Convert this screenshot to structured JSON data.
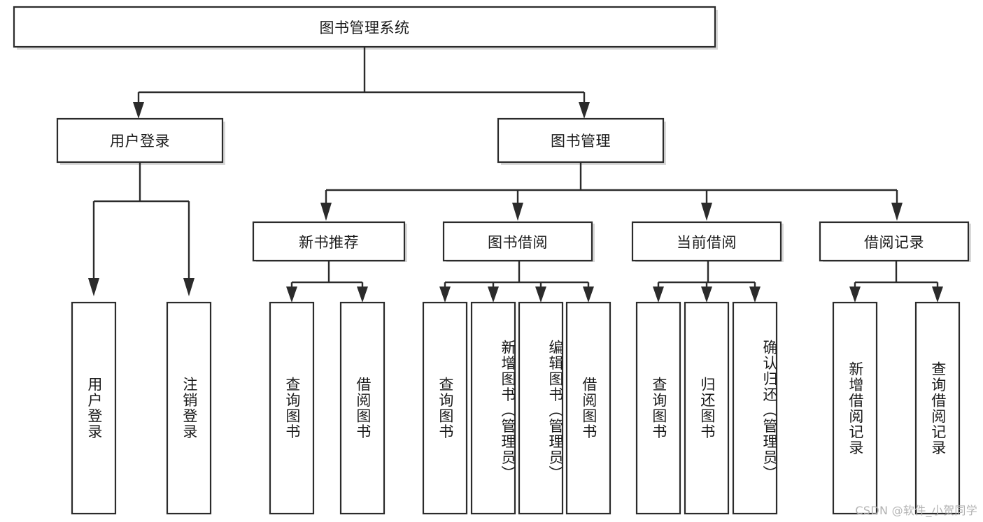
{
  "diagram": {
    "title": "图书管理系统",
    "type": "tree",
    "watermark": "CSDN @软件_小贺同学",
    "colors": {
      "box_stroke": "#2b2b2b",
      "box_fill": "#ffffff",
      "connector": "#2b2b2b",
      "text": "#1a1a1a",
      "watermark": "#b3b3b3",
      "background": "#ffffff"
    },
    "root": {
      "label": "图书管理系统",
      "orientation": "horizontal"
    },
    "level2": [
      {
        "label": "用户登录",
        "orientation": "horizontal"
      },
      {
        "label": "图书管理",
        "orientation": "horizontal"
      }
    ],
    "level3": [
      {
        "label": "新书推荐",
        "orientation": "horizontal"
      },
      {
        "label": "图书借阅",
        "orientation": "horizontal"
      },
      {
        "label": "当前借阅",
        "orientation": "horizontal"
      },
      {
        "label": "借阅记录",
        "orientation": "horizontal"
      }
    ],
    "leaves": {
      "user_login": [
        {
          "label": "用户登录",
          "orientation": "vertical"
        },
        {
          "label": "注销登录",
          "orientation": "vertical"
        }
      ],
      "new_book_recommend": [
        {
          "label": "查询图书",
          "orientation": "vertical"
        },
        {
          "label": "借阅图书",
          "orientation": "vertical"
        }
      ],
      "book_borrow": [
        {
          "label": "查询图书",
          "orientation": "vertical"
        },
        {
          "label": "新增图书（管理员）",
          "orientation": "vertical"
        },
        {
          "label": "编辑图书（管理员）",
          "orientation": "vertical"
        },
        {
          "label": "借阅图书",
          "orientation": "vertical"
        }
      ],
      "current_borrow": [
        {
          "label": "查询图书",
          "orientation": "vertical"
        },
        {
          "label": "归还图书",
          "orientation": "vertical"
        },
        {
          "label": "确认归还（管理员）",
          "orientation": "vertical"
        }
      ],
      "borrow_record": [
        {
          "label": "新增借阅记录",
          "orientation": "vertical"
        },
        {
          "label": "查询借阅记录",
          "orientation": "vertical"
        }
      ]
    }
  }
}
